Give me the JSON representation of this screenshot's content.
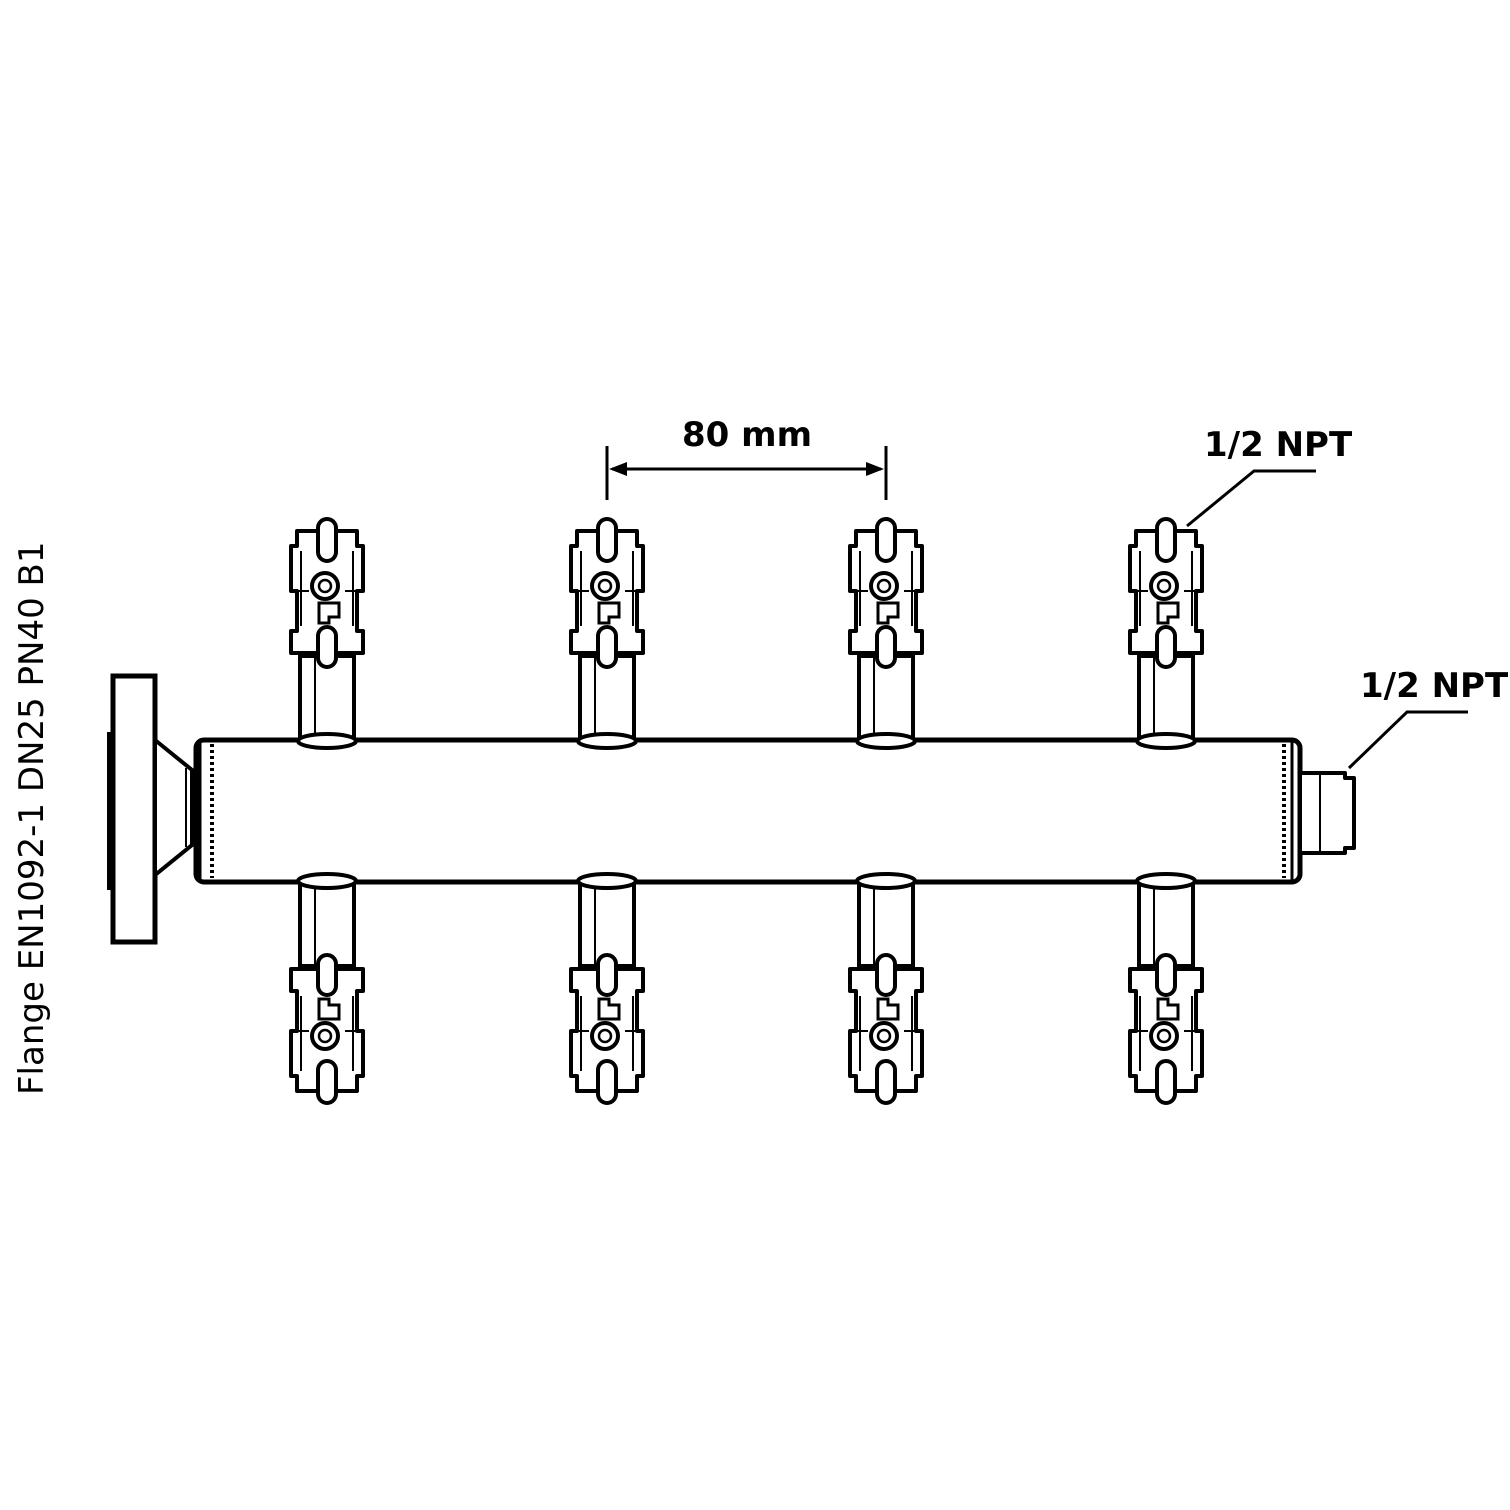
{
  "dimension": {
    "label": "80 mm"
  },
  "callouts": {
    "valve_thread": "1/2 NPT",
    "outlet_thread": "1/2 NPT"
  },
  "flange": {
    "label": "Flange EN1092-1 DN25 PN40 B1"
  },
  "valves": {
    "top_count": 4,
    "bottom_count": 4
  }
}
